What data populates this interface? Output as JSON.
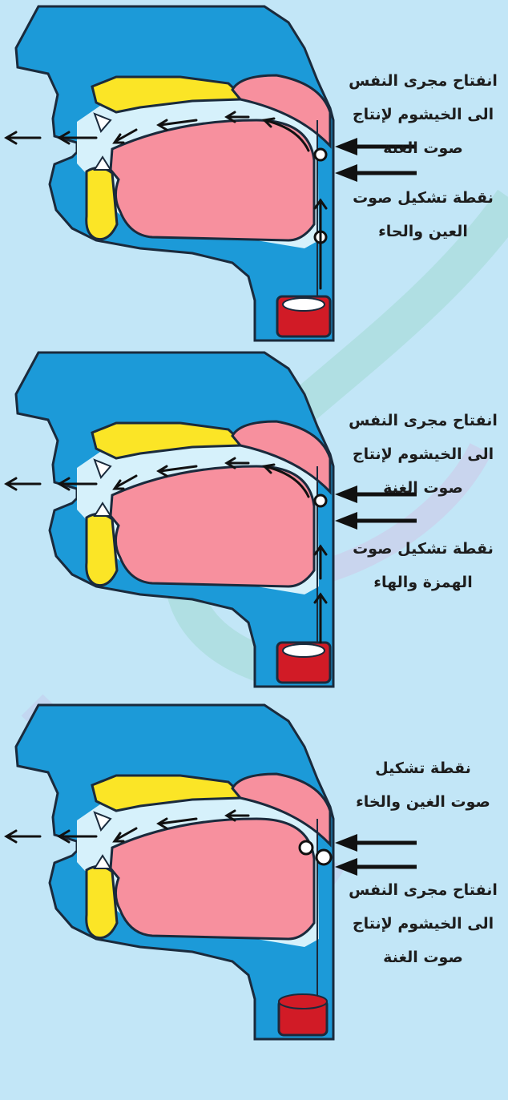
{
  "colors": {
    "background": "#c2e6f7",
    "head": "#1c9ad8",
    "head_outline": "#1a2a3c",
    "tongue": "#f7909e",
    "bone": "#fbe526",
    "cavity": "#d6f1fb",
    "larynx": "#d11b26",
    "arrow": "#111111"
  },
  "panels": [
    {
      "label_top": "انفتاح مجرى النفس\nالى الخيشوم لإنتاج\nصوت الغنة",
      "label_bottom": "نقطة تشكيل صوت\nالعين والحاء",
      "point_icon": "open-circle-icon",
      "larynx_state": "open"
    },
    {
      "label_top": "انفتاح مجرى النفس\nالى الخيشوم لإنتاج\nصوت الغنة",
      "label_bottom": "نقطة تشكيل صوت\nالهمزة والهاء",
      "point_icon": "open-circle-icon",
      "larynx_state": "open"
    },
    {
      "label_top": "نقطة تشكيل\nصوت الغين والخاء",
      "label_bottom": "انفتاح مجرى النفس\nالى الخيشوم لإنتاج\nصوت الغنة",
      "point_icon": "open-circle-icon",
      "larynx_state": "closed"
    }
  ]
}
